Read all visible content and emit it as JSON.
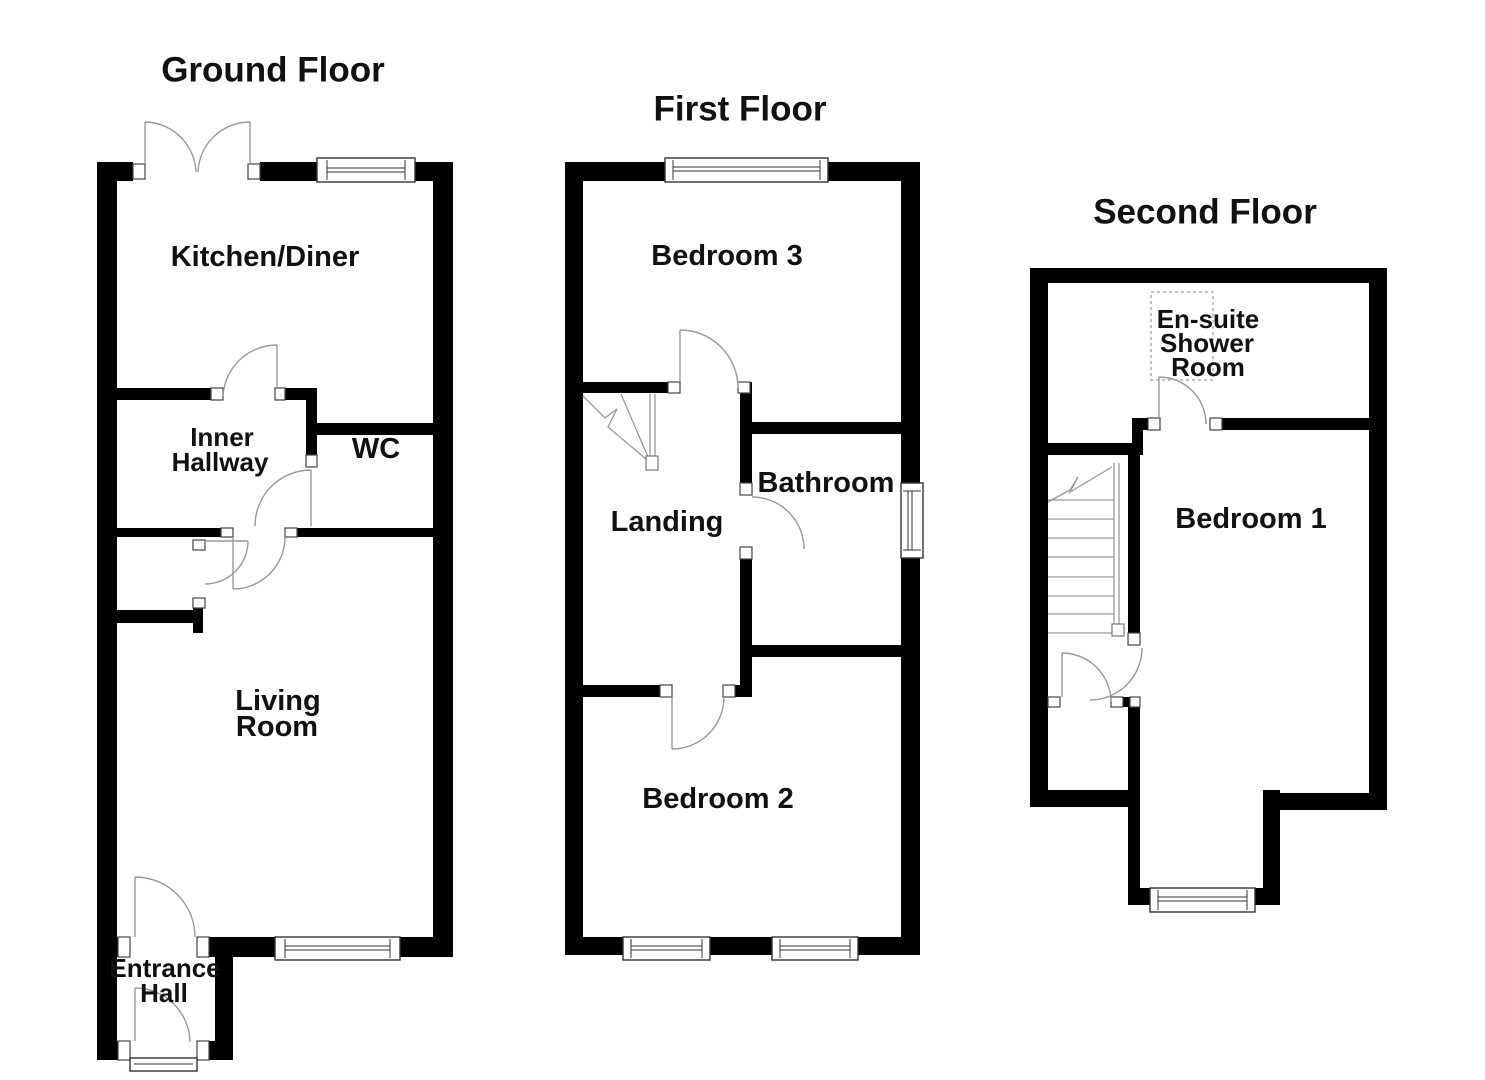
{
  "ground": {
    "title": "Ground Floor",
    "kitchen_diner": "Kitchen/Diner",
    "inner_hallway_1": "Inner",
    "inner_hallway_2": "Hallway",
    "wc": "WC",
    "living_room_1": "Living",
    "living_room_2": "Room",
    "entrance_hall_1": "Entrance",
    "entrance_hall_2": "Hall"
  },
  "first": {
    "title": "First Floor",
    "bedroom3": "Bedroom 3",
    "landing": "Landing",
    "bathroom": "Bathroom",
    "bedroom2": "Bedroom 2"
  },
  "second": {
    "title": "Second Floor",
    "ensuite_1": "En-suite",
    "ensuite_2": "Shower",
    "ensuite_3": "Room",
    "bedroom1": "Bedroom 1"
  },
  "colors": {
    "wall": "#000000",
    "background": "#ffffff",
    "door_swing": "#999999",
    "text": "#111111"
  }
}
